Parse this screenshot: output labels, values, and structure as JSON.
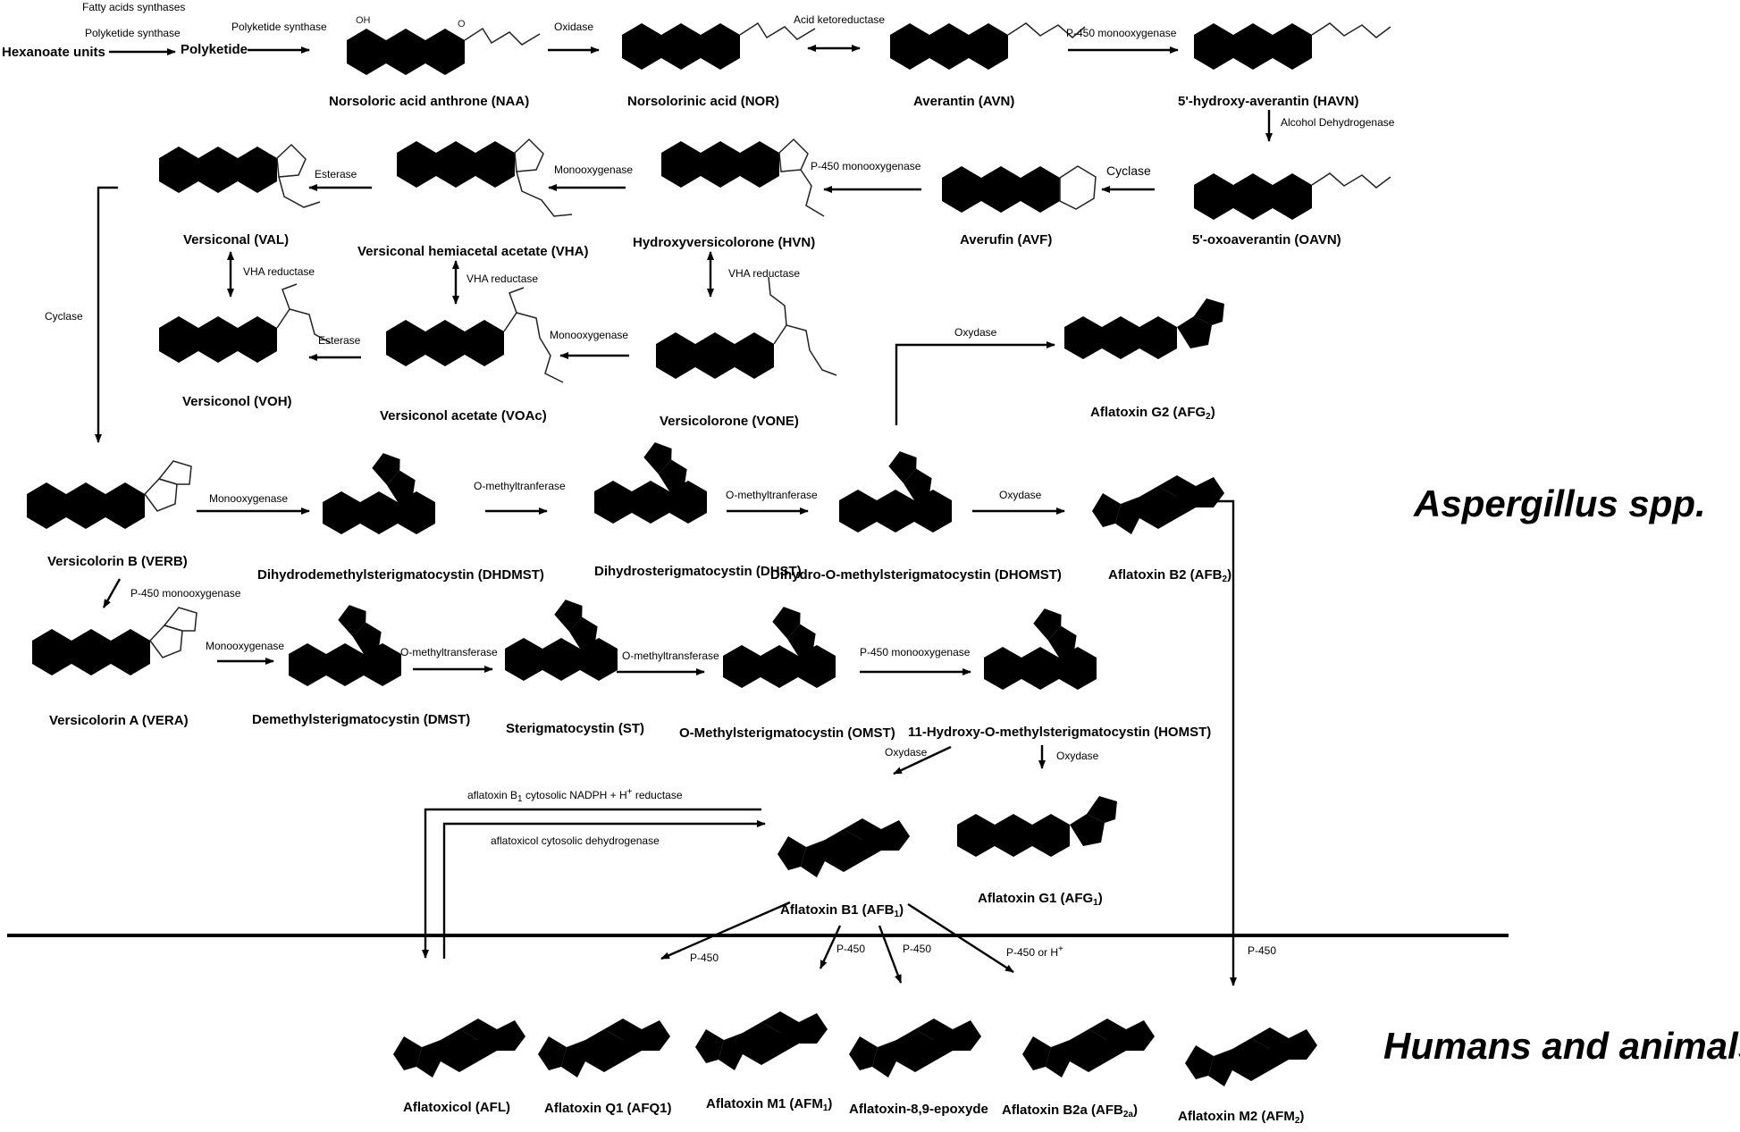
{
  "regions": {
    "top": "Aspergillus spp.",
    "bottom": "Humans and animals"
  },
  "start": {
    "hexanoate": "Hexanoate units",
    "polyketide": "Polyketide",
    "fas": "Fatty acids synthases",
    "pks_1": "Polyketide synthase",
    "pks_2": "Polyketide synthase"
  },
  "compounds": {
    "naa": "Norsoloric acid anthrone (NAA)",
    "nor": "Norsolorinic acid (NOR)",
    "avn": "Averantin (AVN)",
    "havn": "5'-hydroxy-averantin (HAVN)",
    "oavn": "5'-oxoaverantin (OAVN)",
    "avf": "Averufin (AVF)",
    "hvn": "Hydroxyversicolorone (HVN)",
    "vha": "Versiconal hemiacetal acetate (VHA)",
    "val": "Versiconal (VAL)",
    "voh": "Versiconol (VOH)",
    "voac": "Versiconol acetate (VOAc)",
    "vone": "Versicolorone (VONE)",
    "afg2": "Aflatoxin G2 (AFG",
    "afg2_sub": "2",
    "verb": "Versicolorin B (VERB)",
    "dhdmst": "Dihydrodemethylsterigmatocystin (DHDMST)",
    "dhst": "Dihydrosterigmatocystin (DHST)",
    "dhomst": "Dihydro-O-methylsterigmatocystin (DHOMST)",
    "afb2": "Aflatoxin B2 (AFB",
    "afb2_sub": "2",
    "vera": "Versicolorin A (VERA)",
    "dmst": "Demethylsterigmatocystin (DMST)",
    "st": "Sterigmatocystin (ST)",
    "omst": "O-Methylsterigmatocystin (OMST)",
    "homst": "11-Hydroxy-O-methylsterigmatocystin (HOMST)",
    "afb1": "Aflatoxin B1 (AFB",
    "afb1_sub": "1",
    "afg1": "Aflatoxin G1 (AFG",
    "afg1_sub": "1",
    "afl": "Aflatoxicol (AFL)",
    "afq1": "Aflatoxin Q1 (AFQ1)",
    "afm1": "Aflatoxin M1 (AFM",
    "afm1_sub": "1",
    "epox": "Aflatoxin-8,9-epoxyde",
    "afb2a": "Aflatoxin B2a (AFB",
    "afb2a_sub": "2a",
    "afm2": "Aflatoxin M2 (AFM",
    "afm2_sub": "2"
  },
  "enzymes": {
    "oxidase": "Oxidase",
    "acid_ketoreductase": "Acid ketoreductase",
    "p450_mono_1": "P-450 monooxygenase",
    "alcohol_dh": "Alcohol Dehydrogenase",
    "cyclase_1": "Cyclase",
    "p450_mono_2": "P-450 monooxygenase",
    "monooxygenase_1": "Monooxygenase",
    "esterase_1": "Esterase",
    "vha_reductase_1": "VHA reductase",
    "vha_reductase_2": "VHA reductase",
    "vha_reductase_3": "VHA reductase",
    "monooxygenase_2": "Monooxygenase",
    "esterase_2": "Esterase",
    "cyclase_2": "Cyclase",
    "oxydase_g2": "Oxydase",
    "monooxygenase_3": "Monooxygenase",
    "omt_1": "O-methyltranferase",
    "omt_2": "O-methyltranferase",
    "oxydase_b2": "Oxydase",
    "p450_mono_3": "P-450 monooxygenase",
    "monooxygenase_4": "Monooxygenase",
    "omt_3": "O-methyltransferase",
    "omt_4": "O-methyltransferase",
    "p450_mono_4": "P-450 monooxygenase",
    "oxydase_b1": "Oxydase",
    "oxydase_g1": "Oxydase",
    "afl_reductase": "aflatoxin B",
    "afl_reductase_sub": "1",
    "afl_reductase_rest": " cytosolic NADPH + H",
    "afl_reductase_sup": "+",
    "afl_reductase_end": " reductase",
    "afl_dehydrogenase": "aflatoxicol cytosolic dehydrogenase",
    "p450_afl": "P-450",
    "p450_afq1": "P-450",
    "p450_afm1": "P-450",
    "p450_epox": "P-450",
    "p450_or_h": "P-450 or H",
    "p450_or_h_sup": "+",
    "p450_afm2": "P-450"
  },
  "groups": {
    "oh": "OH",
    "o": "O"
  }
}
